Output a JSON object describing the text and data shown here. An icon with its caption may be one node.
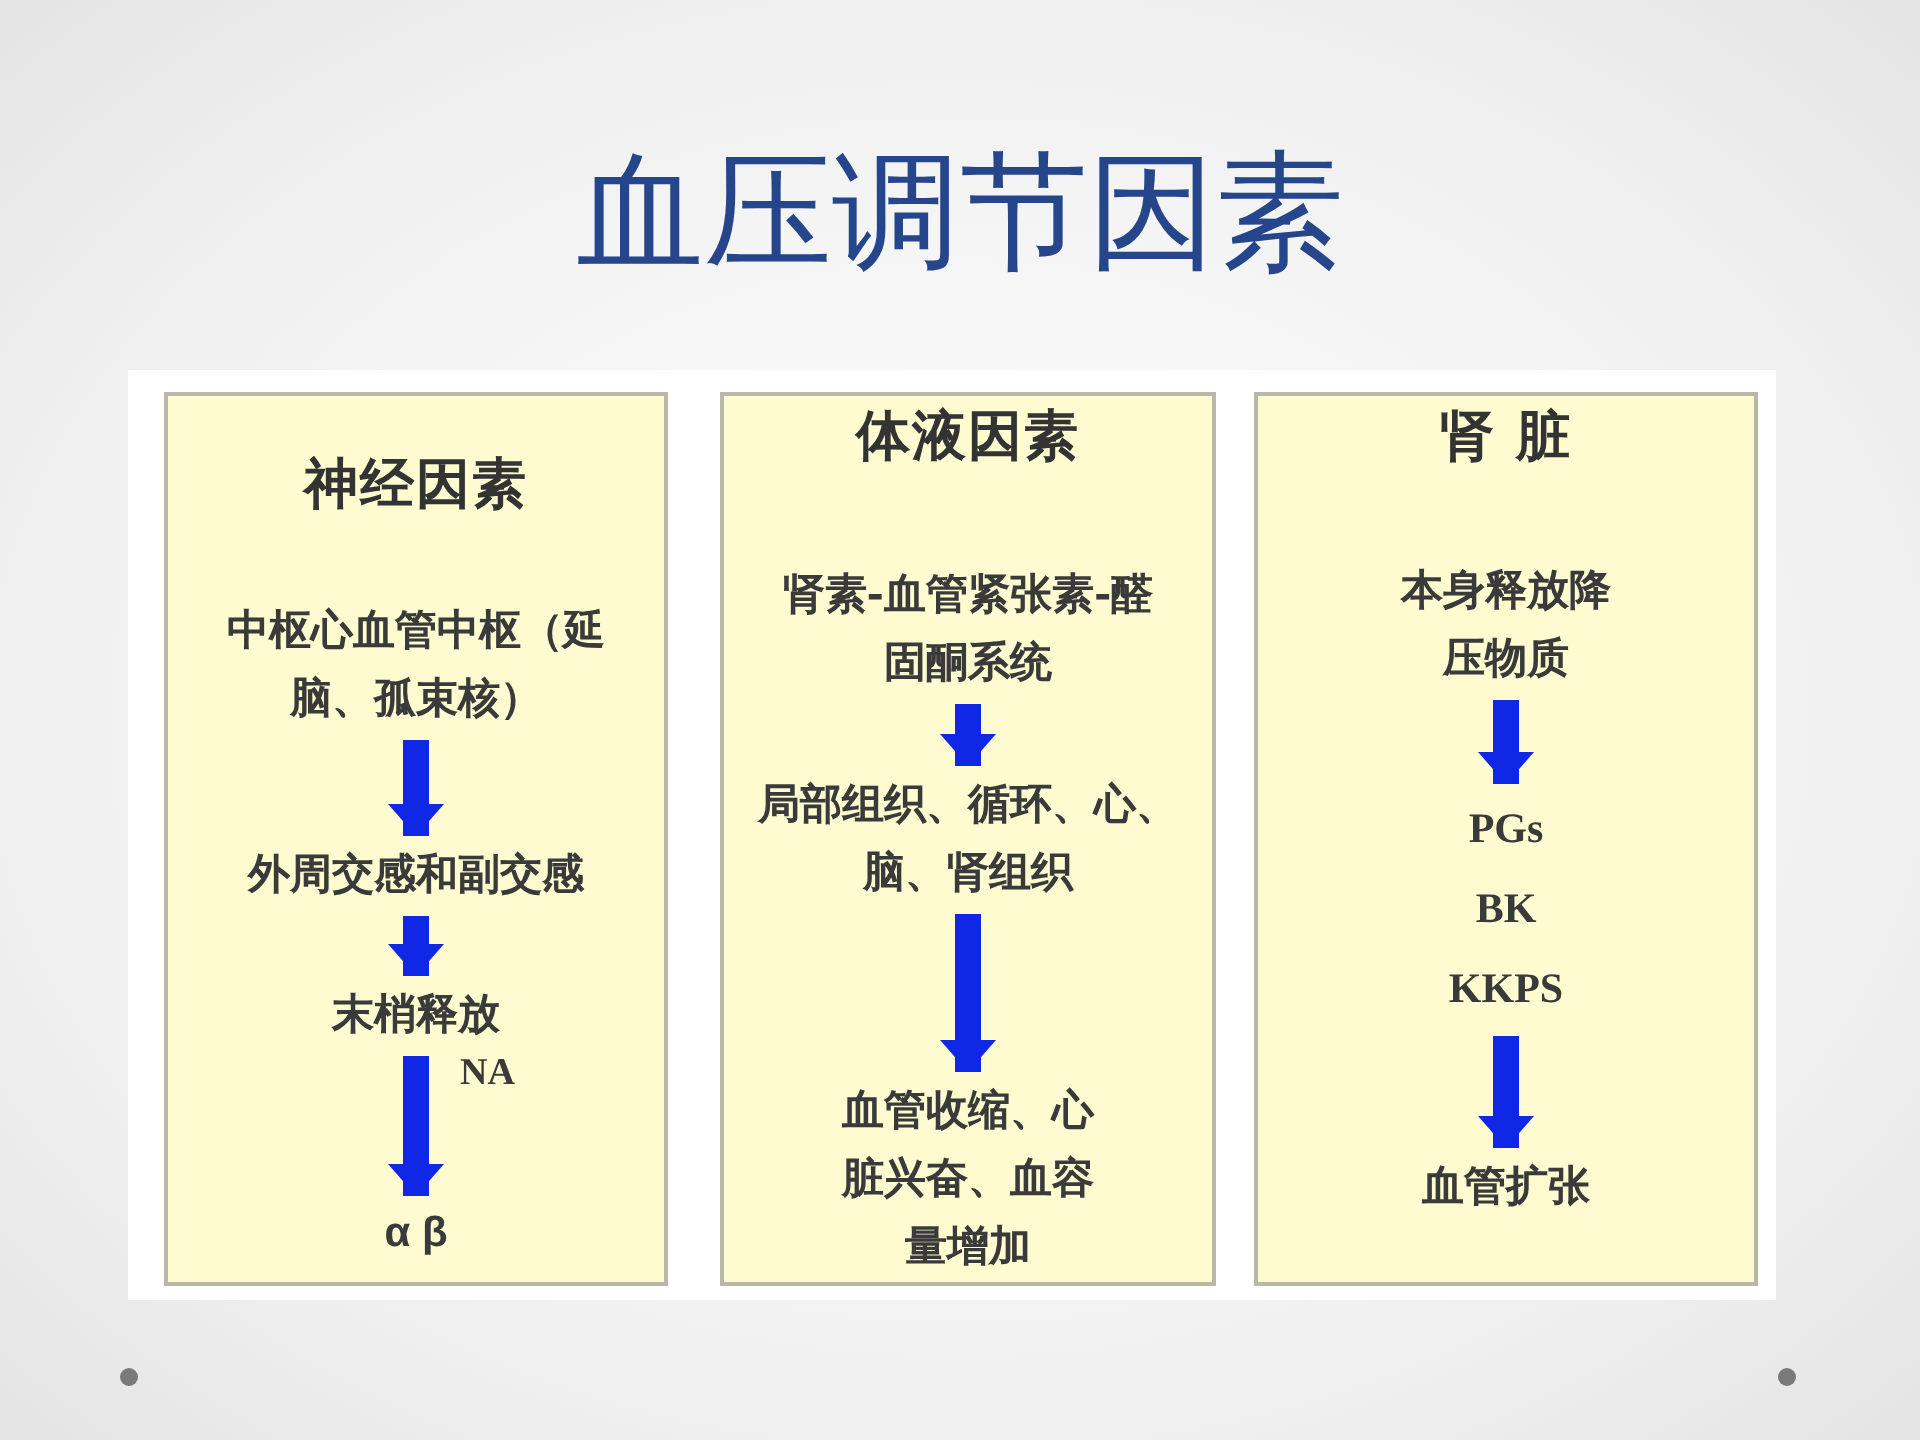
{
  "diagram": {
    "title": "血压调节因素",
    "nodes": [
      {
        "text": [
          "神经因素"
        ]
      },
      {
        "text": [
          "中枢心血管中枢（延脑、孤束核）"
        ],
        "in": 0
      },
      {
        "text": [
          "外周交感和副交感"
        ],
        "in": 0
      },
      {
        "text": [
          "末梢释放"
        ],
        "in": 0
      },
      {
        "text": [
          "α β"
        ],
        "in": 0
      },
      {
        "text": [
          "体液因素"
        ]
      },
      {
        "text": [
          "肾素-血管紧张素-醛固酮系统"
        ],
        "in": 5
      },
      {
        "text": [
          "局部组织、循环、心、脑、肾组织"
        ],
        "in": 5
      },
      {
        "text": [
          "血管收缩、心脏兴奋、血容量增加"
        ],
        "in": 5
      },
      {
        "text": [
          "肾 脏"
        ]
      },
      {
        "text": [
          "本身释放降压物质"
        ],
        "in": 9
      },
      {
        "text": [
          "PGs",
          "BK",
          "KKPS"
        ],
        "in": 9
      },
      {
        "text": [
          "血管扩张"
        ],
        "in": 9
      }
    ],
    "edges": [
      {
        "from": 1,
        "to": 2,
        "arrow": "to"
      },
      {
        "from": 2,
        "to": 3,
        "arrow": "to"
      },
      {
        "from": 3,
        "to": 4,
        "arrow": "to",
        "label": "NA"
      },
      {
        "from": 6,
        "to": 7,
        "arrow": "to"
      },
      {
        "from": 7,
        "to": 8,
        "arrow": "to"
      },
      {
        "from": 10,
        "to": 11,
        "arrow": "to"
      },
      {
        "from": 11,
        "to": 12,
        "arrow": "to"
      }
    ]
  }
}
